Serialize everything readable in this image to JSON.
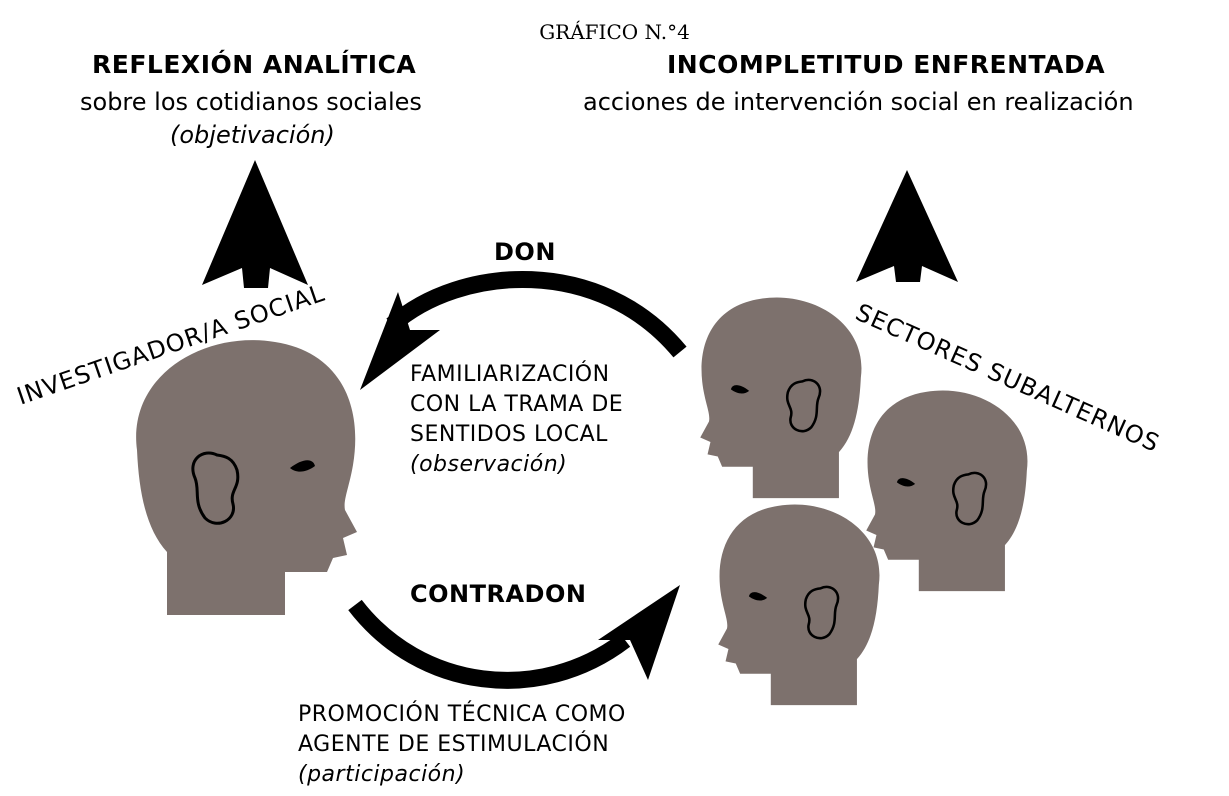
{
  "figure_title": "GRÁFICO N.°4",
  "left_heading": "REFLEXIÓN ANALÍTICA",
  "left_sub": "sobre los cotidianos sociales",
  "left_sub2": "(objetivación)",
  "right_heading": "INCOMPLETITUD ENFRENTADA",
  "right_sub": "acciones de intervención social en realización",
  "investigator_label": "INVESTIGADOR/A SOCIAL",
  "sectors_label": "SECTORES SUBALTERNOS",
  "don_label": "DON",
  "contradon_label": "CONTRADON",
  "middle_block": {
    "line1": "FAMILIARIZACIÓN",
    "line2": "CON LA TRAMA DE",
    "line3": "SENTIDOS LOCAL",
    "line4": "(observación)"
  },
  "bottom_block": {
    "line1": "PROMOCIÓN TÉCNICA COMO",
    "line2": "AGENTE DE ESTIMULACIÓN",
    "line3": "(participación)"
  },
  "colors": {
    "head_fill": "#7d716d",
    "ink": "#000000"
  },
  "icons": [
    "up-arrow-icon",
    "curved-arrow-icon",
    "head-profile-icon"
  ]
}
